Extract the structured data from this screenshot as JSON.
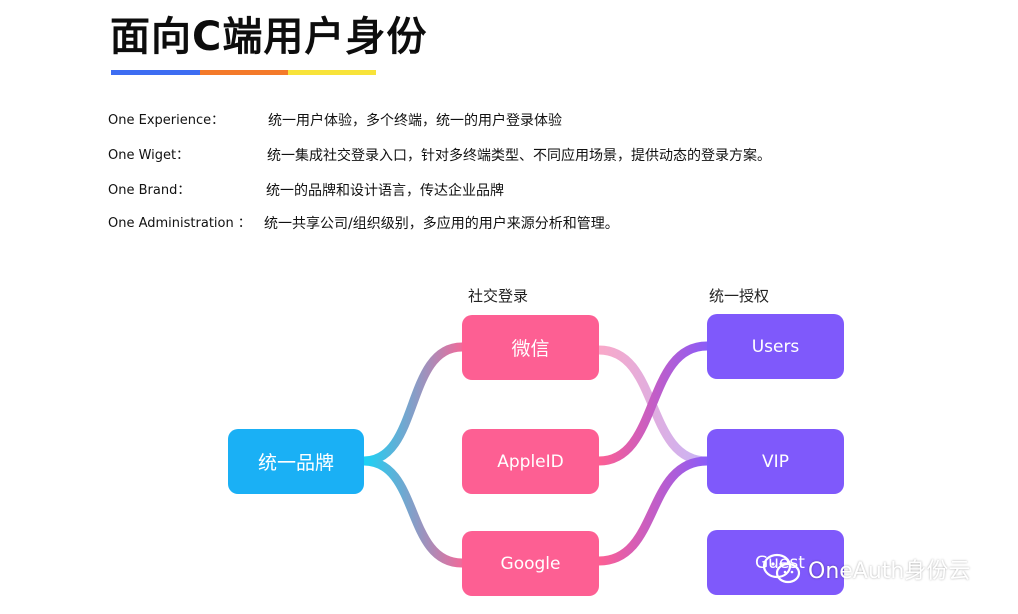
{
  "title": "面向C端用户身份",
  "items": [
    {
      "key": "One Experience：",
      "value": "统一用户体验，多个终端，统一的用户登录体验"
    },
    {
      "key": "One Wiget：",
      "value": "统一集成社交登录入口，针对多终端类型、不同应用场景，提供动态的登录方案。"
    },
    {
      "key": "One Brand：",
      "value": "统一的品牌和设计语言，传达企业品牌"
    },
    {
      "key": "One Administration ：",
      "value": "统一共享公司/组织级别，多应用的用户来源分析和管理。"
    }
  ],
  "diagram": {
    "root": "统一品牌",
    "col1_header": "社交登录",
    "col2_header": "统一授权",
    "social": [
      "微信",
      "AppleID",
      "Google"
    ],
    "auth": [
      "Users",
      "VIP",
      "Guest"
    ]
  },
  "watermark": "OneAuth身份云",
  "colors": {
    "pink": "#fd5f93",
    "purple": "#7f59fb",
    "blue": "#1ab0f5"
  }
}
